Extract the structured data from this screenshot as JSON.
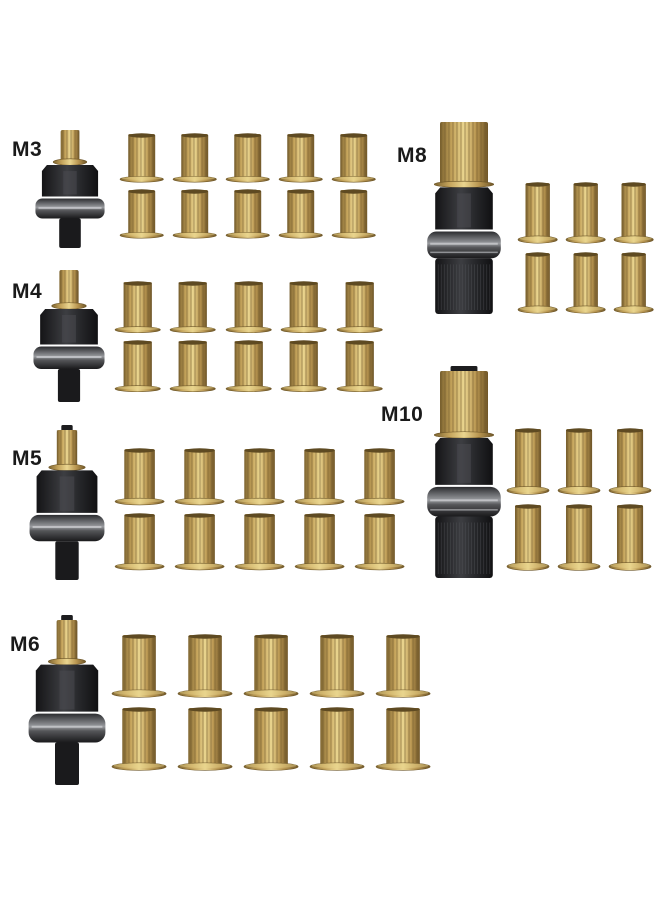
{
  "labels": {
    "m3": "M3",
    "m4": "M4",
    "m5": "M5",
    "m6": "M6",
    "m8": "M8",
    "m10": "M10"
  },
  "colors": {
    "brass_light": "#e6cf86",
    "brass_mid": "#c3a25a",
    "brass_dark": "#7d6430",
    "steel_dark": "#1c1c1e",
    "steel_mid": "#3a3b3f",
    "steel_ring": "#8a8c90"
  },
  "kits": [
    {
      "id": "m3",
      "nuts_per_row": 5,
      "rows": 2
    },
    {
      "id": "m4",
      "nuts_per_row": 5,
      "rows": 2
    },
    {
      "id": "m5",
      "nuts_per_row": 5,
      "rows": 2
    },
    {
      "id": "m6",
      "nuts_per_row": 5,
      "rows": 2
    },
    {
      "id": "m8",
      "nuts_per_row": 3,
      "rows": 2
    },
    {
      "id": "m10",
      "nuts_per_row": 3,
      "rows": 2
    }
  ]
}
